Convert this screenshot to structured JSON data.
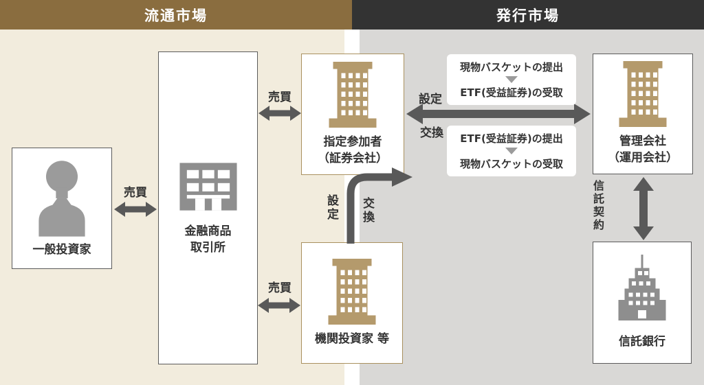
{
  "headers": {
    "secondary_market": "流通市場",
    "primary_market": "発行市場"
  },
  "entities": {
    "general_investor": {
      "label": "一般投資家"
    },
    "exchange": {
      "line1": "金融商品",
      "line2": "取引所"
    },
    "designated_participant": {
      "line1": "指定参加者",
      "line2": "（証券会社）"
    },
    "institutional_investor": {
      "label": "機関投資家 等"
    },
    "management_company": {
      "line1": "管理会社",
      "line2": "（運用会社）"
    },
    "trust_bank": {
      "label": "信託銀行"
    }
  },
  "arrows": {
    "trade_investor_exchange": "売買",
    "trade_exchange_participant": "売買",
    "trade_exchange_institutional": "売買",
    "creation_main": "設定",
    "exchange_main": "交換",
    "creation_curved": "設定",
    "exchange_curved": "交換",
    "trust_agreement": "信託契約"
  },
  "notes": {
    "creation_flow": {
      "line1": "現物バスケットの提出",
      "line2": "ETF(受益証券)の受取"
    },
    "redemption_flow": {
      "line1": "ETF(受益証券)の提出",
      "line2": "現物バスケットの受取"
    }
  },
  "colors": {
    "secondary_header": "#8a6d3f",
    "primary_header": "#333333",
    "secondary_panel": "#f2ecdd",
    "primary_panel": "#d9d8d6",
    "arrow": "#595959",
    "tan_building": "#b49a6c",
    "tan_border": "#a9905e",
    "gray_building": "#8e8e8e",
    "person": "#9b9b9b",
    "dark_border": "#5a5a5a"
  }
}
